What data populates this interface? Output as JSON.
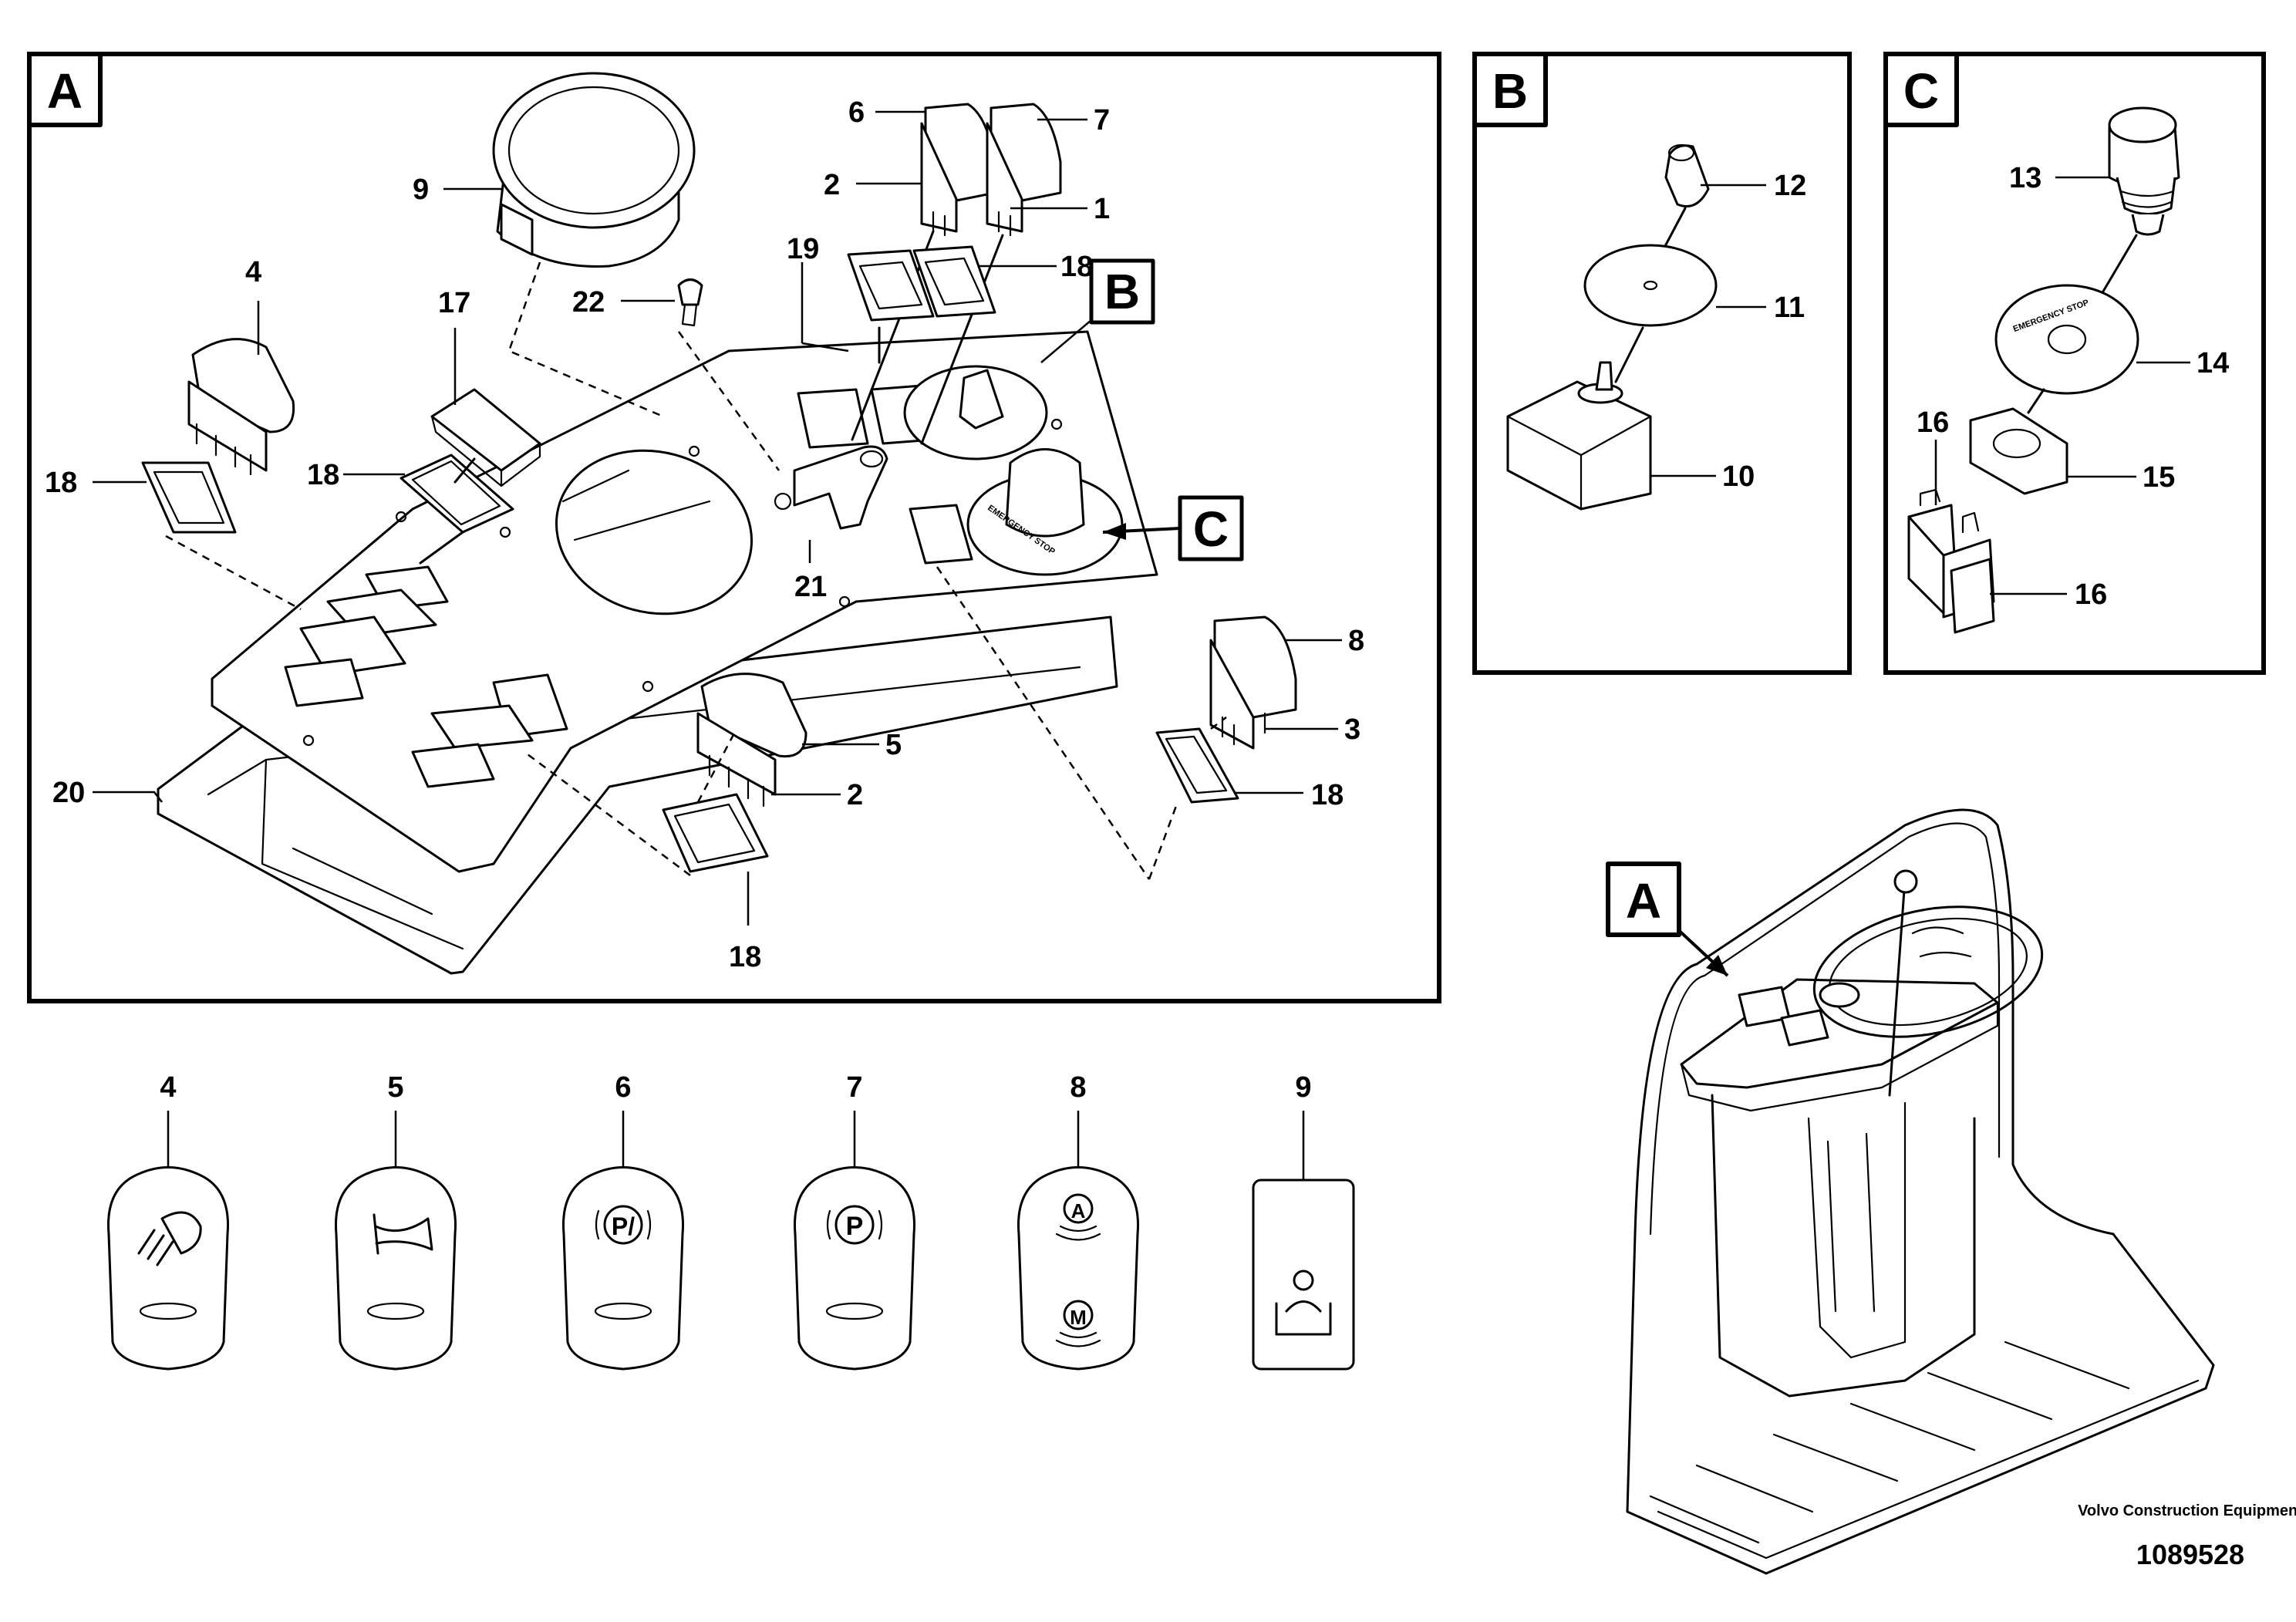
{
  "views": {
    "a": "A",
    "b": "B",
    "c": "C"
  },
  "callouts": {
    "c1": "1",
    "c2a": "2",
    "c2b": "2",
    "c3": "3",
    "c4": "4",
    "c5": "5",
    "c6": "6",
    "c7": "7",
    "c8": "8",
    "c9": "9",
    "c10": "10",
    "c11": "11",
    "c12": "12",
    "c13": "13",
    "c14": "14",
    "c15": "15",
    "c16a": "16",
    "c16b": "16",
    "c17": "17",
    "c18a": "18",
    "c18b": "18",
    "c18c": "18",
    "c18d": "18",
    "c18e": "18",
    "c19": "19",
    "c20": "20",
    "c21": "21",
    "c22": "22"
  },
  "symbols": {
    "s4": "4",
    "s5": "5",
    "s6": "6",
    "s7": "7",
    "s8": "8",
    "s9": "9",
    "brake_release_glyph": "P/",
    "park_glyph": "P",
    "auto_glyph": "A",
    "manual_glyph": "M"
  },
  "stop_button_text": {
    "c_view": "EMERGENCY STOP",
    "a_view": "EMERGENCY STOP"
  },
  "icons": {
    "s4": "work-light-icon",
    "s5": "horn-icon",
    "s6": "parking-brake-release-icon",
    "s7": "parking-brake-icon",
    "s8": "auto-manual-icon",
    "s9": "operator-seat-icon"
  },
  "footer": {
    "company": "Volvo Construction Equipment",
    "doc_number": "1089528"
  }
}
